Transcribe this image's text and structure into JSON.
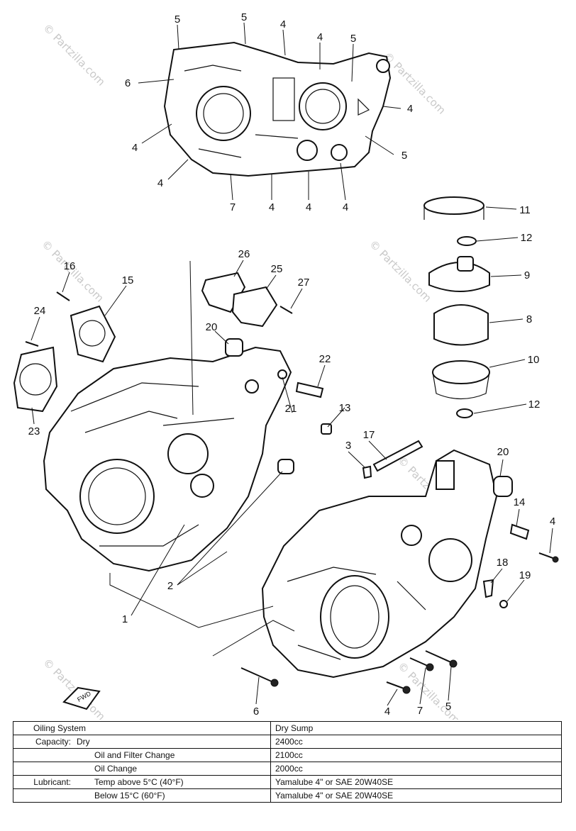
{
  "watermark": "© Partzilla.com",
  "badge": "FWD",
  "callouts": {
    "c1": "1",
    "c2": "2",
    "c3": "3",
    "c4": "4",
    "c5": "5",
    "c6": "6",
    "c7": "7",
    "c8": "8",
    "c9": "9",
    "c10": "10",
    "c11": "11",
    "c12": "12",
    "c13": "13",
    "c14": "14",
    "c15": "15",
    "c16": "16",
    "c17": "17",
    "c18": "18",
    "c19": "19",
    "c20": "20",
    "c21": "21",
    "c22": "22",
    "c23": "23",
    "c24": "24",
    "c25": "25",
    "c26": "26",
    "c27": "27"
  },
  "spec_table": {
    "rows": [
      {
        "label": "Oiling System",
        "sub": "",
        "value": "Dry Sump"
      },
      {
        "label": "Capacity:",
        "sub": "Dry",
        "value": "2400cc"
      },
      {
        "label": "",
        "sub": "Oil and Filter Change",
        "value": "2100cc"
      },
      {
        "label": "",
        "sub": "Oil Change",
        "value": "2000cc"
      },
      {
        "label": "Lubricant:",
        "sub": "Temp above 5°C (40°F)",
        "value": "Yamalube 4\" or SAE 20W40SE"
      },
      {
        "label": "",
        "sub": "Below 15°C (60°F)",
        "value": "Yamalube 4\" or SAE 20W40SE"
      }
    ]
  }
}
